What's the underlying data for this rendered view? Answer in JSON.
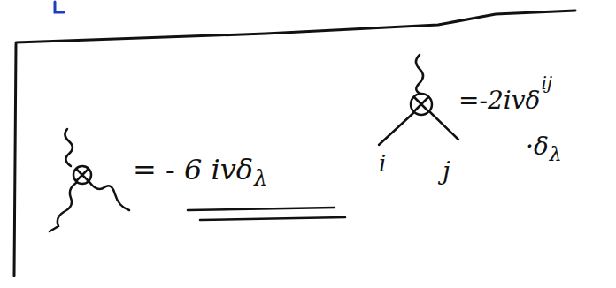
{
  "diagram": {
    "labels": [
      "= - 6 ivδ",
      "λ",
      "i",
      "j",
      "=-2ivδ",
      "ij",
      "·δ",
      "λ"
    ]
  }
}
